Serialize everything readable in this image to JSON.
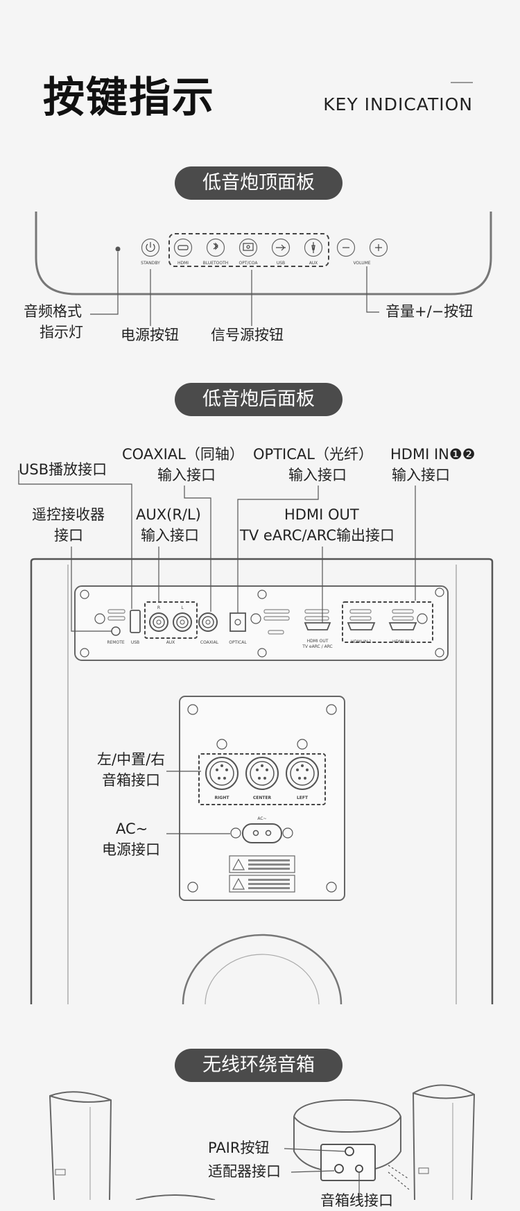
{
  "header": {
    "title_cn": "按键指示",
    "title_en": "KEY INDICATION"
  },
  "top_panel": {
    "title": "低音炮顶面板",
    "buttons": {
      "standby": "STANDBY",
      "hdmi": "HDMI",
      "bluetooth": "BLUETOOTH",
      "opt_coa": "OPT/COA",
      "usb": "USB",
      "aux": "AUX",
      "volume": "VOLUME"
    },
    "callouts": {
      "indicator_line1": "音频格式",
      "indicator_line2": "指示灯",
      "power": "电源按钮",
      "source": "信号源按钮",
      "volume": "音量+/−按钮"
    }
  },
  "rear_panel": {
    "title": "低音炮后面板",
    "callouts": {
      "usb": "USB播放接口",
      "coaxial_line1": "COAXIAL（同轴）",
      "coaxial_line2": "输入接口",
      "optical_line1": "OPTICAL（光纤）",
      "optical_line2": "输入接口",
      "hdmi_in_line1": "HDMI IN❶❷",
      "hdmi_in_line2": "输入接口",
      "remote_line1": "遥控接收器",
      "remote_line2": "接口",
      "aux_line1": "AUX(R/L)",
      "aux_line2": "输入接口",
      "hdmi_out_line1": "HDMI OUT",
      "hdmi_out_line2": "TV eARC/ARC输出接口",
      "speaker_line1": "左/中置/右",
      "speaker_line2": "音箱接口",
      "ac_line1": "AC~",
      "ac_line2": "电源接口"
    },
    "port_labels": {
      "remote": "REMOTE",
      "usb": "USB",
      "aux": "AUX",
      "r": "R",
      "l": "L",
      "coaxial": "COAXIAL",
      "optical": "OPTICAL",
      "hdmi_out_1": "HDMI OUT",
      "hdmi_out_2": "TV eARC / ARC",
      "hdmi_in_1": "HDMI IN 1",
      "hdmi_in_2": "HDMI IN 2",
      "right": "RIGHT",
      "center": "CENTER",
      "left": "LEFT",
      "ac": "AC~"
    }
  },
  "wireless": {
    "title": "无线环绕音箱",
    "callouts": {
      "pair": "PAIR按钮",
      "adapter": "适配器接口",
      "speaker_cable": "音箱线接口"
    }
  },
  "colors": {
    "pill_bg": "#4b4b4b",
    "line": "#555555",
    "background": "#f5f5f5"
  }
}
